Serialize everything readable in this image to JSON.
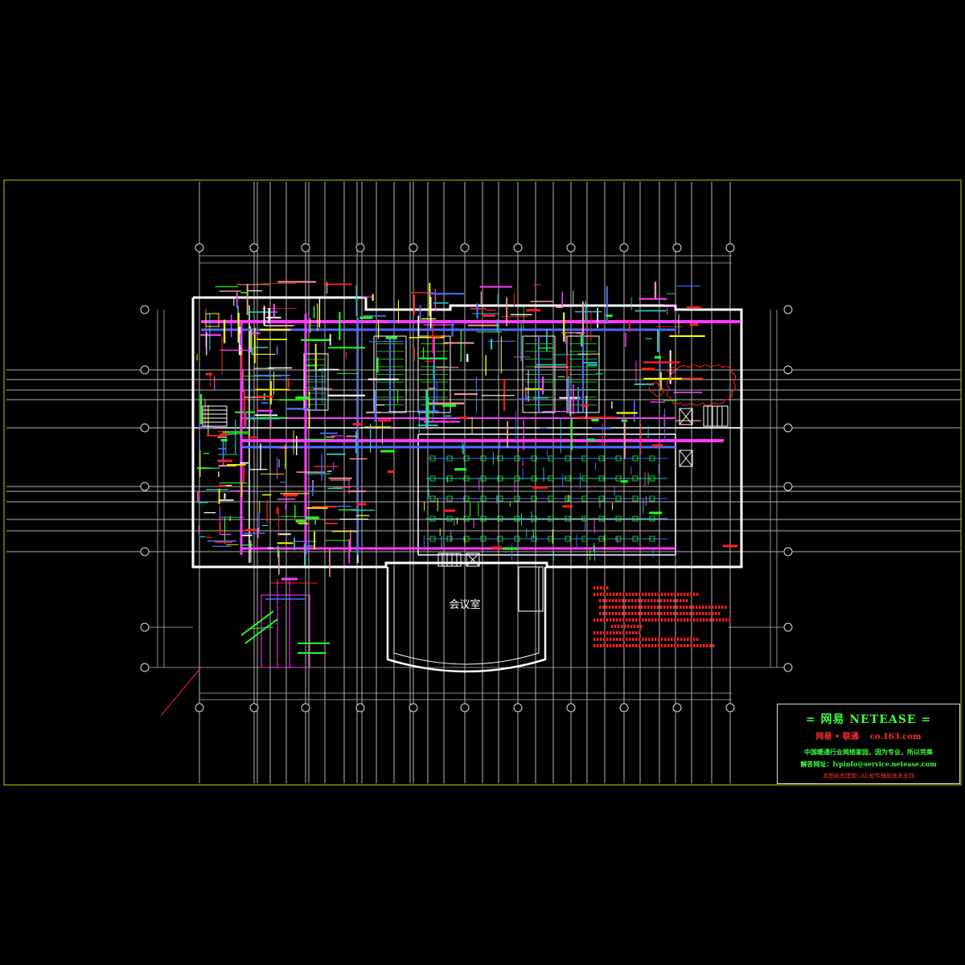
{
  "drawing": {
    "room_label": "会议室",
    "colors": {
      "background": "#000000",
      "frame": "#c8c800",
      "wall": "#ffffff",
      "grid": "#b4b4b4",
      "duct_magenta": "#ff3cff",
      "duct_blue": "#4c6cff",
      "duct_green": "#20ff20",
      "duct_cyan": "#20c8c8",
      "duct_yellow": "#ffff00",
      "note_red": "#ff2020",
      "pipe_pink": "#ff9a9a"
    }
  },
  "title_block": {
    "line1": "= 网易 NETEASE =",
    "line2_a": "网易 • 联通",
    "line2_b": "co.163.com",
    "line3": "中国暖通行业网络家园，因为专业，所以完美",
    "line4": "解答网址：lvpinfo@service.netease.com",
    "line5": "本图纸由建筑CAD软件辅助技术支持"
  }
}
